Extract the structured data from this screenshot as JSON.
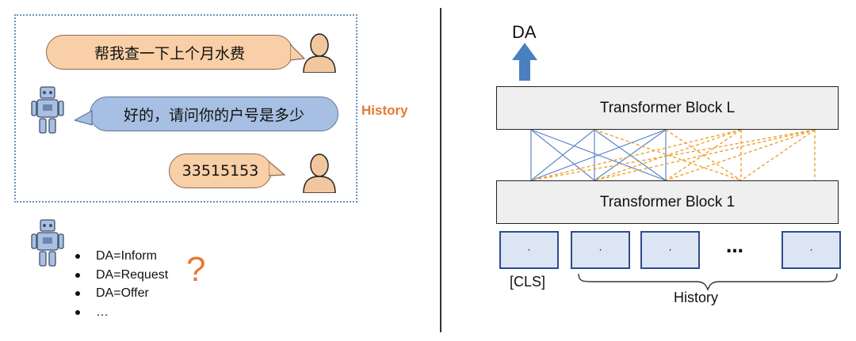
{
  "left": {
    "history_label": "History",
    "messages": [
      {
        "role": "user",
        "text": "帮我查一下上个月水费"
      },
      {
        "role": "bot",
        "text": "好的，请问你的户号是多少"
      },
      {
        "role": "user",
        "text": "33515153"
      }
    ],
    "da_options": [
      "DA=Inform",
      "DA=Request",
      "DA=Offer",
      "…"
    ],
    "question_mark": "?"
  },
  "right": {
    "output_label": "DA",
    "top_block": "Transformer Block L",
    "bottom_block": "Transformer Block 1",
    "token_text": "·",
    "ellipsis": "…",
    "cls_label": "[CLS]",
    "history_label": "History",
    "colors": {
      "arrow": "#4a7fc1",
      "attention_solid": "#5b87c7",
      "attention_dashed": "#f0a030",
      "token_fill": "#dbe5f4",
      "token_border": "#2e4c8c"
    }
  }
}
